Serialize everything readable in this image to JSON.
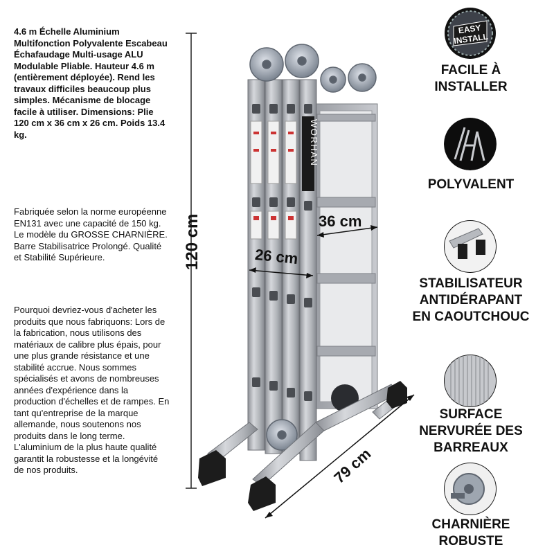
{
  "description": {
    "intro": "4.6 m Échelle Aluminium Multifonction Polyvalente Escabeau Échafaudage Multi-usage ALU Modulable Pliable. Hauteur 4.6 m (entièrement déployée). Rend les travaux difficiles beaucoup plus simples. Mécanisme de blocage facile à utiliser. Dimensions: Plie 120 cm x 36 cm x 26 cm. Poids 13.4 kg.",
    "norme": "Fabriquée selon la norme européenne EN131 avec une capacité de 150 kg. Le modèle du GROSSE CHARNIÈRE. Barre Stabilisatrice Prolongé. Qualité et Stabilité Supérieure.",
    "why": "Pourquoi devriez-vous d'acheter les produits que nous fabriquons: Lors de la fabrication, nous utilisons des matériaux de calibre plus épais, pour une plus grande résistance et une stabilité accrue. Nous sommes spécialisés et avons de nombreuses années d'expérience dans la production d'échelles et de rampes. En tant qu'entreprise de la marque allemande, nous soutenons nos produits dans le long terme. L'aluminium de la plus haute qualité garantit la robustesse et la longévité de nos produits."
  },
  "dimensions": {
    "height": "120 cm",
    "depth": "36 cm",
    "width": "26 cm",
    "span": "79 cm"
  },
  "product": {
    "brand": "WORHAN",
    "standard": "EN131"
  },
  "badge": {
    "line1": "EASY",
    "line2": "INSTALL"
  },
  "features": [
    {
      "icon": "easy-install-badge",
      "label": "FACILE À\nINSTALLER"
    },
    {
      "icon": "ladder-configurations",
      "label": "POLYVALENT"
    },
    {
      "icon": "rubber-foot",
      "label": "STABILISATEUR\nANTIDÉRAPANT\nEN CAOUTCHOUC"
    },
    {
      "icon": "ribbed-surface",
      "label": "SURFACE\nNERVURÉE DES\nBARREAUX"
    },
    {
      "icon": "hinge",
      "label": "CHARNIÈRE\nROBUSTE"
    }
  ],
  "colors": {
    "aluminium": "#b9bcc1",
    "foot": "#1c1c1c",
    "text": "#111111"
  }
}
